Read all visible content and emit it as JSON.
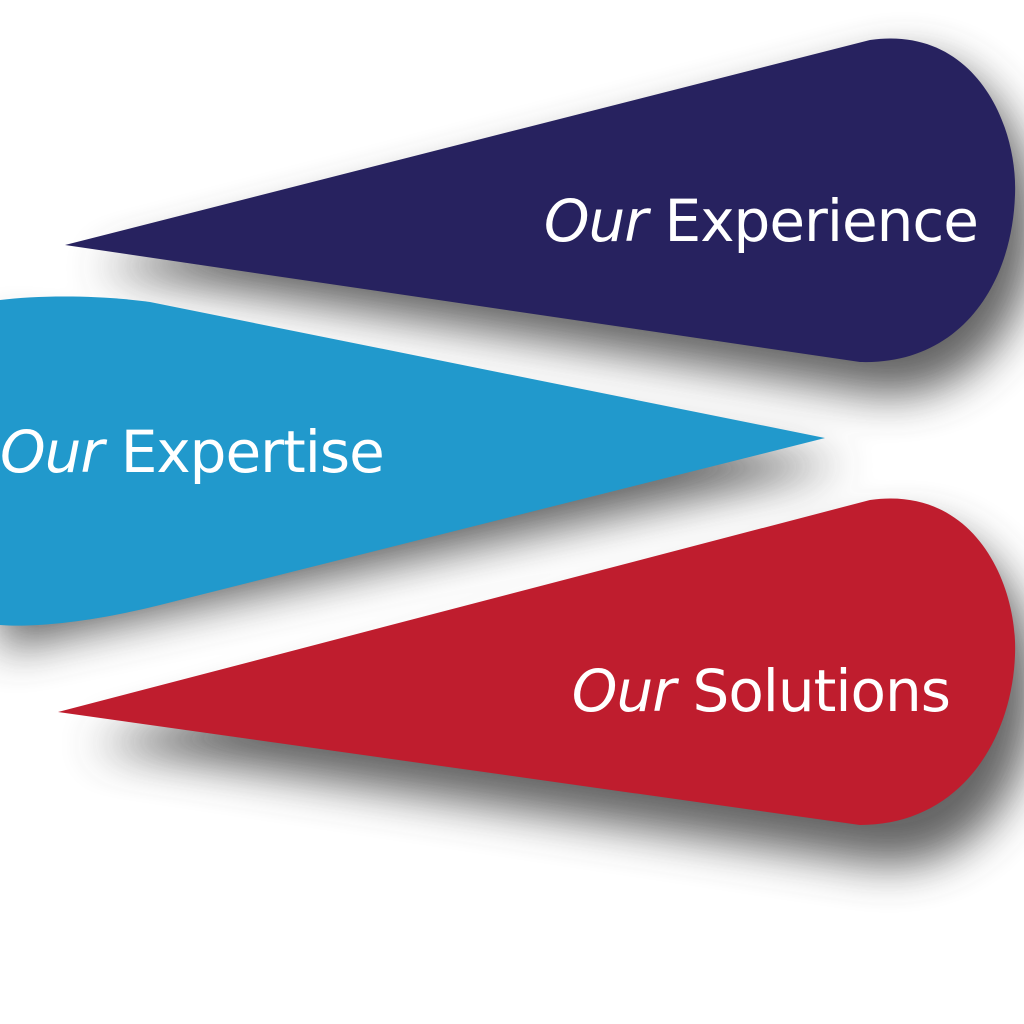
{
  "diagram": {
    "type": "teardrop-pointer-stack",
    "background": "#ffffff",
    "items": [
      {
        "prefix": "Our",
        "label": "Experience",
        "color": "#27225f",
        "direction": "left"
      },
      {
        "prefix": "Our",
        "label": "Expertise",
        "color": "#2199cc",
        "direction": "right"
      },
      {
        "prefix": "Our",
        "label": "Solutions",
        "color": "#bf1d2e",
        "direction": "left"
      }
    ],
    "shadow_color": "#555555"
  }
}
